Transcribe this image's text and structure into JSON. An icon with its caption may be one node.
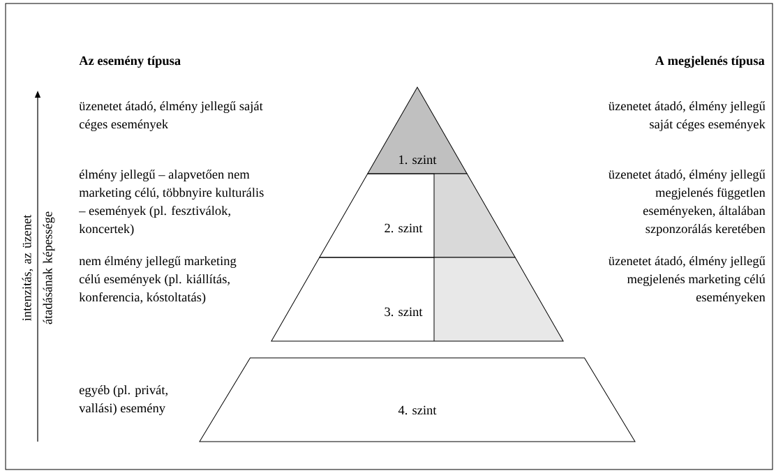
{
  "diagram": {
    "nodes": [
      {
        "text": [
          "1. szint"
        ]
      },
      {
        "text": [
          "2. szint"
        ]
      },
      {
        "text": [
          "3. szint"
        ]
      },
      {
        "text": [
          "4. szint"
        ]
      }
    ],
    "labels": [
      "Az esemény típusa",
      "A megjelenés típusa",
      "üzenetet átadó, élmény jellegű saját céges események",
      "üzenetet átadó, élmény jellegű saját céges események",
      "élmény jellegű – alapvetően nem marketing célú, többnyire kulturális – események (pl. fesztiválok, koncertek)",
      "üzenetet átadó, élmény jellegű megjelenés független eseményeken, általában szponzorálás keretében",
      "nem élmény jellegű marketing célú események (pl. kiállítás, konferencia, kóstoltatás)",
      "üzenetet átadó, élmény jellegű megjelenés marketing célú eseményeken",
      "egyéb (pl. privát, vallási) esemény",
      "intenzitás, az üzenet átadásának képessége"
    ]
  }
}
